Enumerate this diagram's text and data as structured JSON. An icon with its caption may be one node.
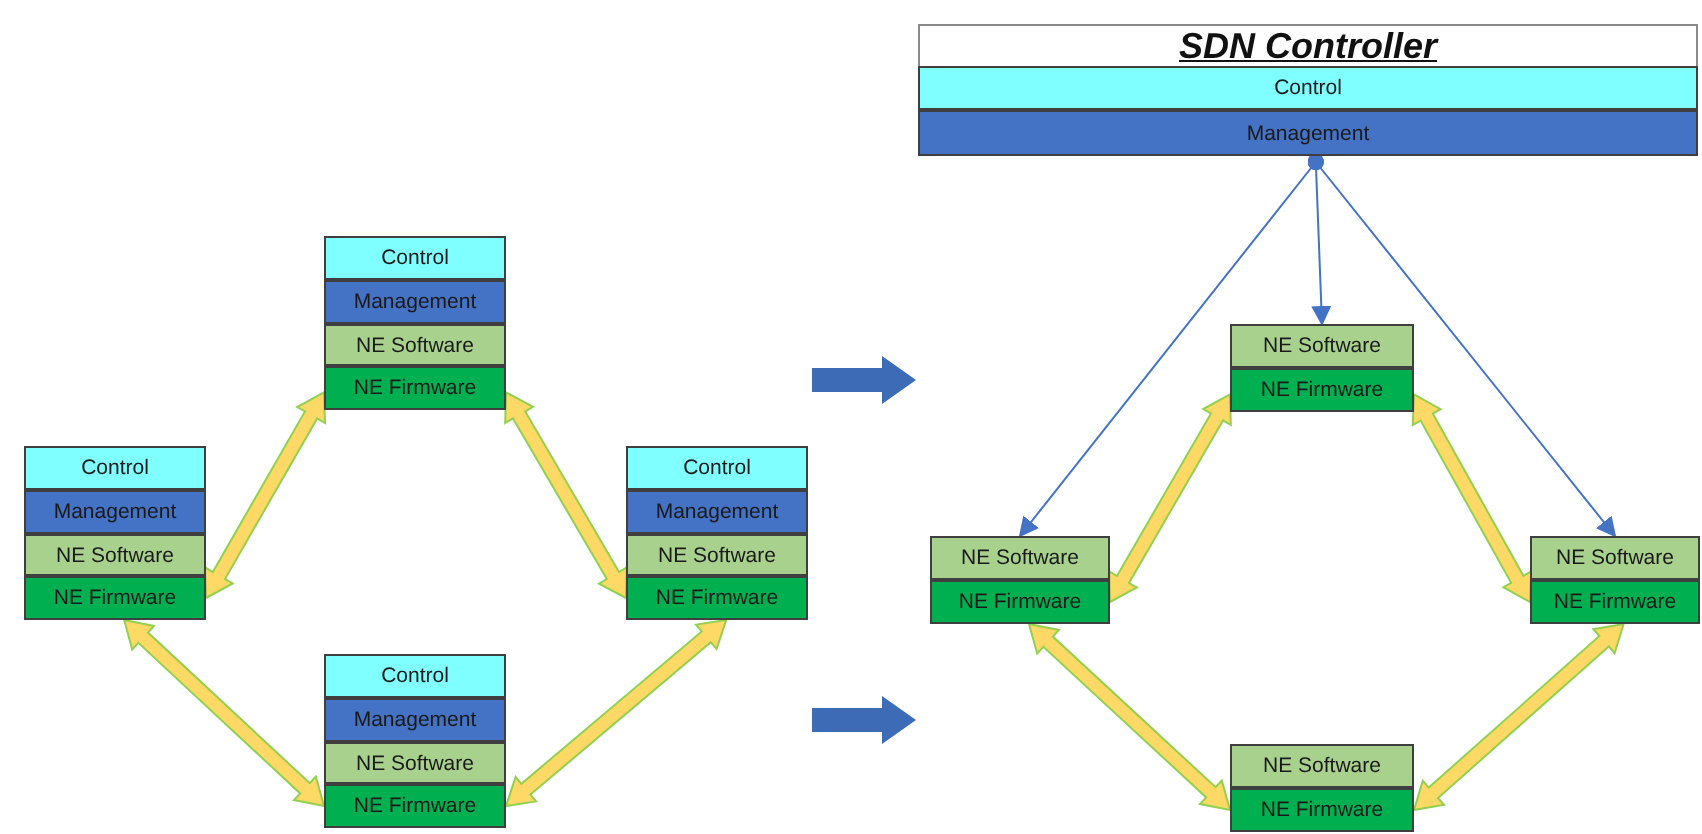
{
  "diagram": {
    "nodes": [
      {
        "text": [
          "SDN Controller"
        ]
      },
      {
        "text": [
          "Control"
        ],
        "in": 0
      },
      {
        "text": [
          "Management"
        ],
        "in": 0
      },
      {
        "text": [
          "Control"
        ]
      },
      {
        "text": [
          "Management"
        ]
      },
      {
        "text": [
          "NE Software"
        ]
      },
      {
        "text": [
          "NE Firmware"
        ]
      },
      {
        "text": [
          "Control"
        ]
      },
      {
        "text": [
          "Management"
        ]
      },
      {
        "text": [
          "NE Software"
        ]
      },
      {
        "text": [
          "NE Firmware"
        ]
      },
      {
        "text": [
          "Control"
        ]
      },
      {
        "text": [
          "Management"
        ]
      },
      {
        "text": [
          "NE Software"
        ]
      },
      {
        "text": [
          "NE Firmware"
        ]
      },
      {
        "text": [
          "Control"
        ]
      },
      {
        "text": [
          "Management"
        ]
      },
      {
        "text": [
          "NE Software"
        ]
      },
      {
        "text": [
          "NE Firmware"
        ]
      },
      {
        "text": [
          "NE Software"
        ]
      },
      {
        "text": [
          "NE Firmware"
        ]
      },
      {
        "text": [
          "NE Software"
        ]
      },
      {
        "text": [
          "NE Firmware"
        ]
      },
      {
        "text": [
          "NE Software"
        ]
      },
      {
        "text": [
          "NE Firmware"
        ]
      },
      {
        "text": [
          "NE Software"
        ]
      },
      {
        "text": [
          "NE Firmware"
        ]
      }
    ],
    "edges": [
      {
        "from": 6,
        "to": 10,
        "arrow": "both"
      },
      {
        "from": 6,
        "to": 14,
        "arrow": "both"
      },
      {
        "from": 10,
        "to": 18,
        "arrow": "both"
      },
      {
        "from": 14,
        "to": 18,
        "arrow": "both"
      },
      {
        "from": 20,
        "to": 22,
        "arrow": "both"
      },
      {
        "from": 20,
        "to": 24,
        "arrow": "both"
      },
      {
        "from": 22,
        "to": 26,
        "arrow": "both"
      },
      {
        "from": 24,
        "to": 26,
        "arrow": "both"
      },
      {
        "from": 2,
        "to": 21,
        "arrow": "to",
        "color": "#4472c4"
      },
      {
        "from": 2,
        "to": 19,
        "arrow": "to",
        "color": "#4472c4"
      },
      {
        "from": 2,
        "to": 23,
        "arrow": "to",
        "color": "#4472c4"
      }
    ]
  }
}
